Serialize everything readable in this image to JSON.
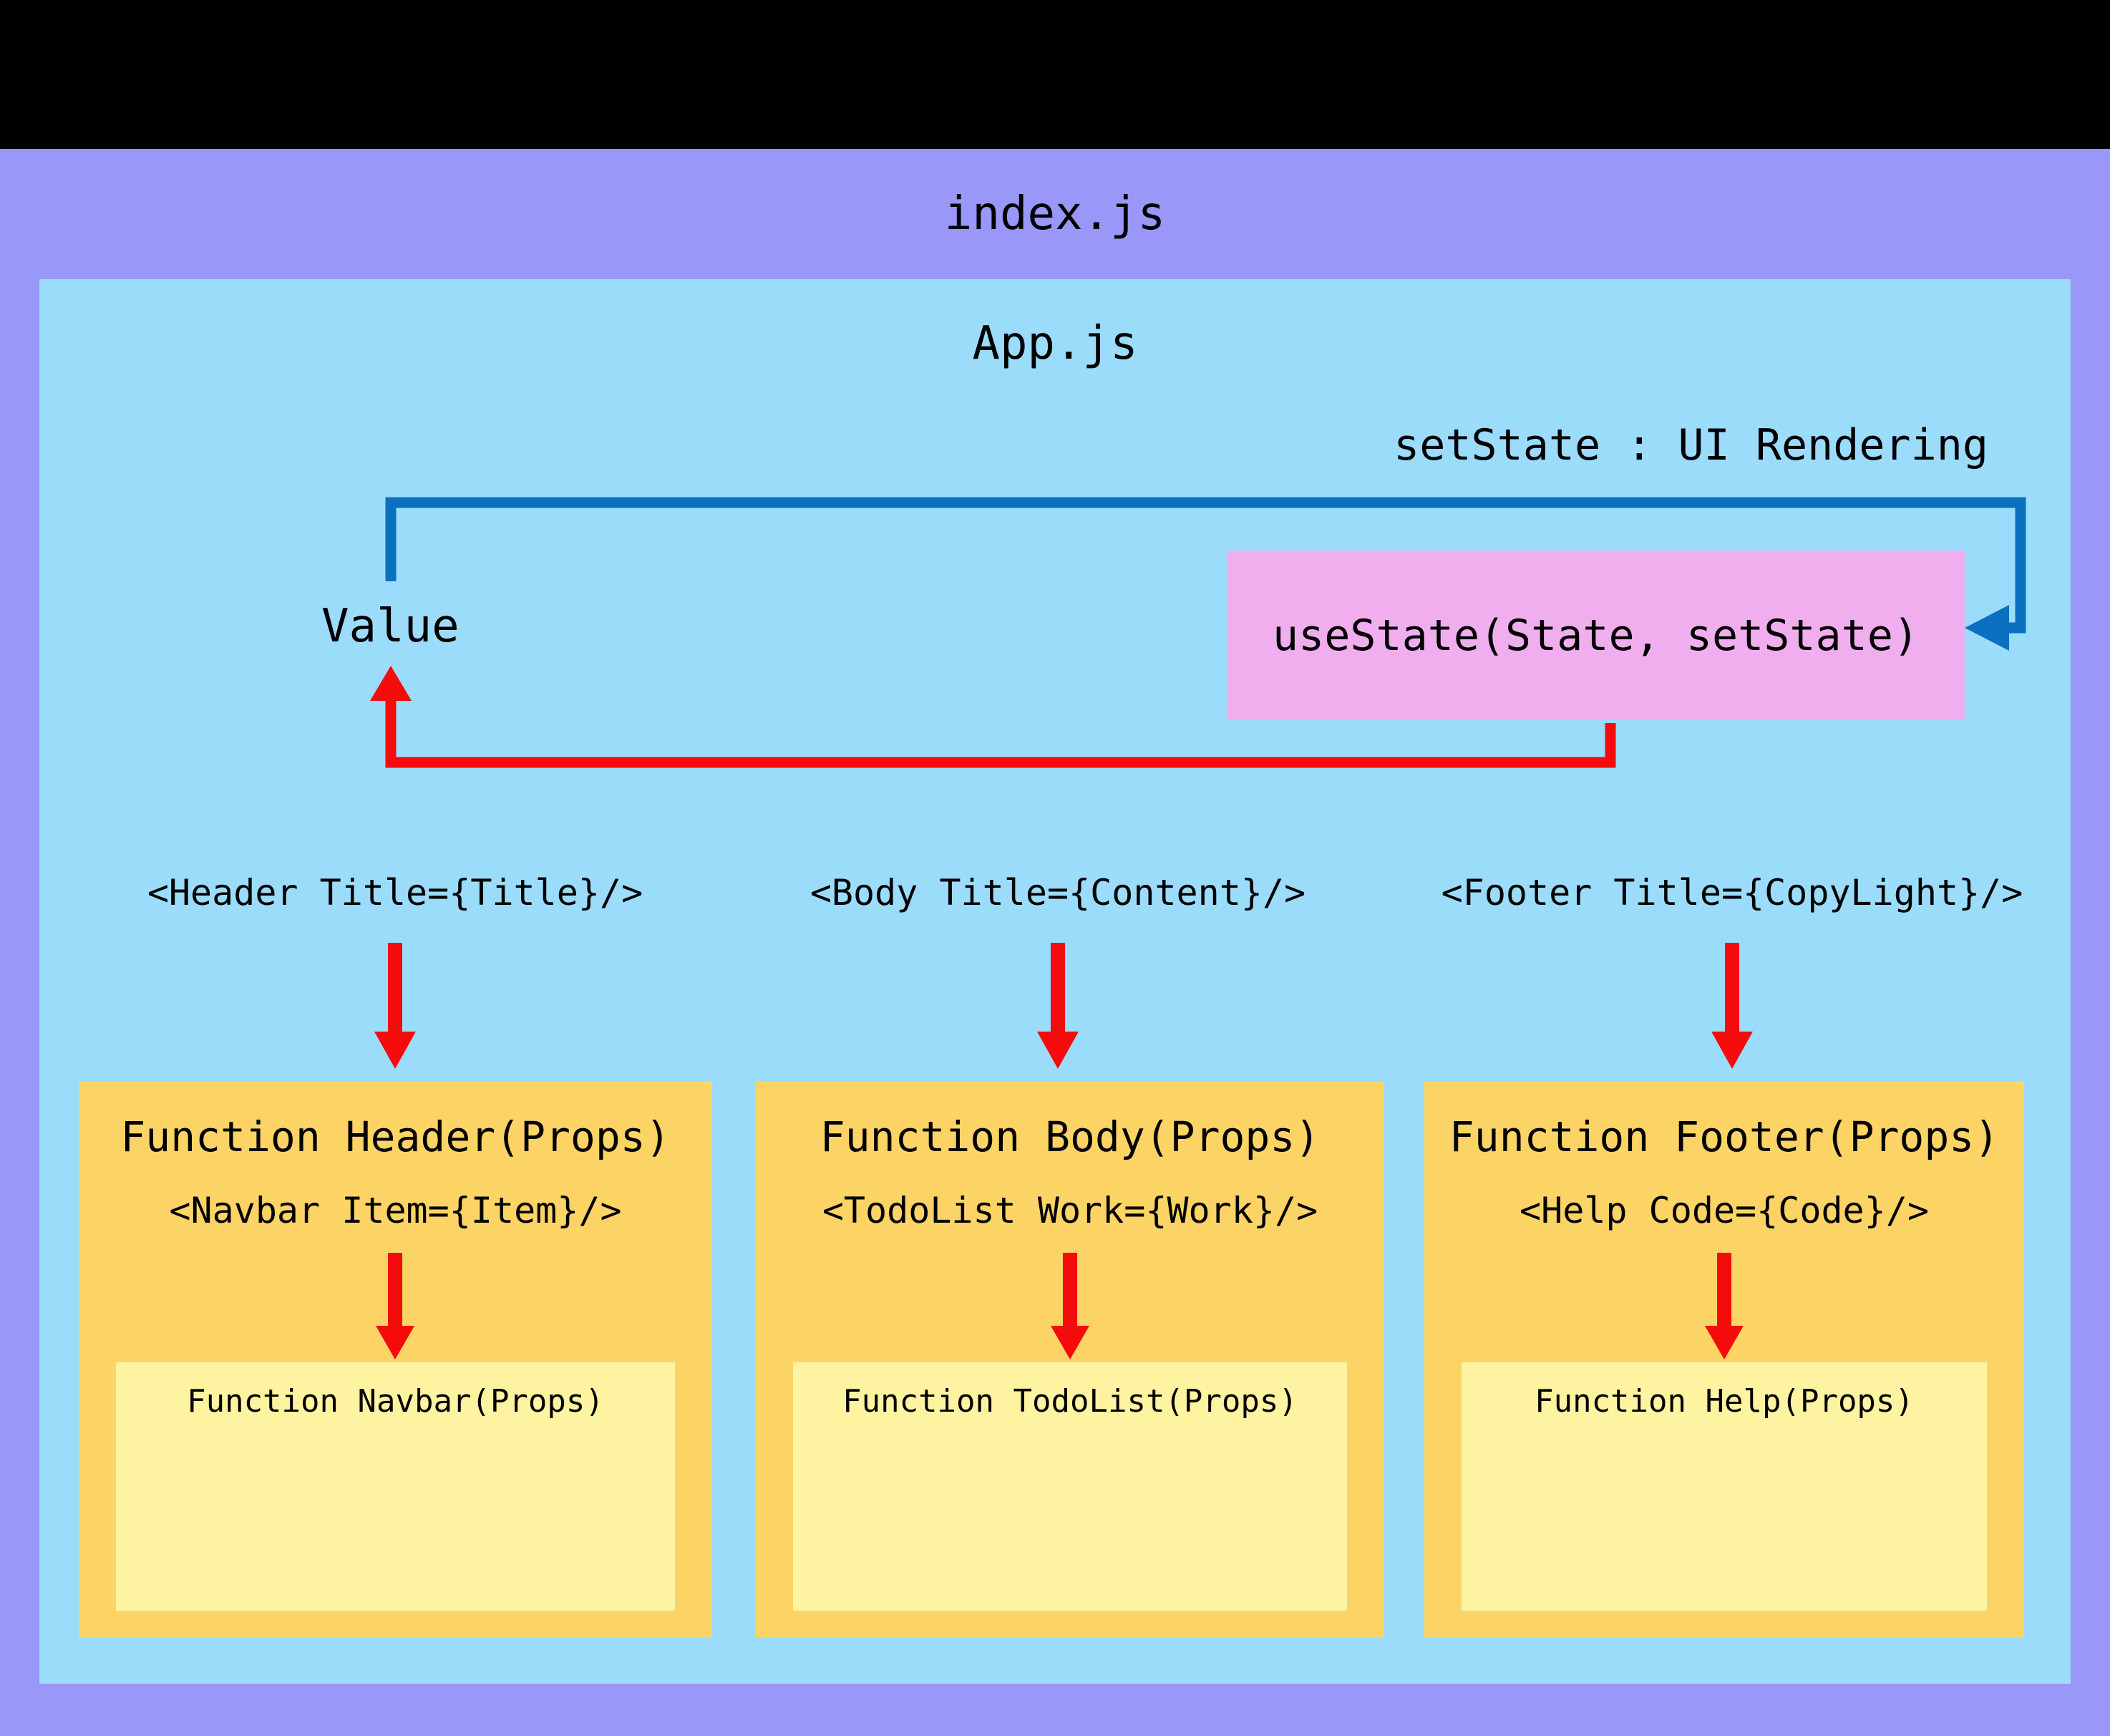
{
  "colors": {
    "background": "#000000",
    "index-panel": "#9997f8",
    "app-panel": "#9cdcfb",
    "usestate-box": "#f0aeef",
    "function-box": "#fcd465",
    "child-function-box": "#fdf3a0",
    "arrow-red": "#f50b0b",
    "arrow-blue": "#0b70bf",
    "text": "#000000"
  },
  "index_panel": {
    "title": "index.js"
  },
  "app_panel": {
    "title": "App.js",
    "set_state_caption": "setState : UI Rendering",
    "value_label": "Value",
    "use_state_label": "useState(State, setState)"
  },
  "columns": [
    {
      "jsx_label": "<Header Title={Title}/>",
      "function_title": "Function Header(Props)",
      "child_jsx_label": "<Navbar Item={Item}/>",
      "child_function_title": "Function Navbar(Props)"
    },
    {
      "jsx_label": "<Body Title={Content}/>",
      "function_title": "Function Body(Props)",
      "child_jsx_label": "<TodoList Work={Work}/>",
      "child_function_title": "Function TodoList(Props)"
    },
    {
      "jsx_label": "<Footer Title={CopyLight}/>",
      "function_title": "Function Footer(Props)",
      "child_jsx_label": "<Help Code={Code}/>",
      "child_function_title": "Function Help(Props)"
    }
  ]
}
